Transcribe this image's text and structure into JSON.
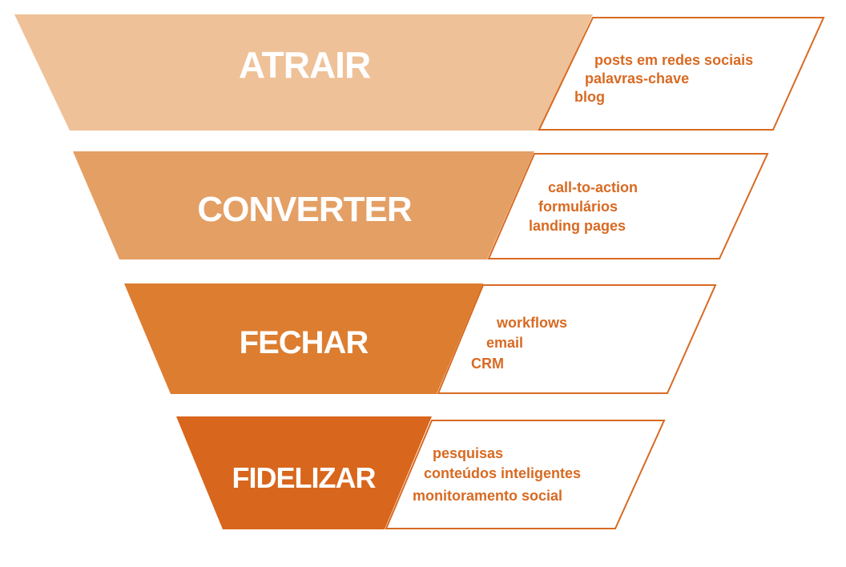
{
  "stages": [
    {
      "title": "ATRAIR",
      "color": "#efc198",
      "items": [
        "posts em redes sociais",
        "palavras-chave",
        "blog"
      ]
    },
    {
      "title": "CONVERTER",
      "color": "#e49f64",
      "items": [
        "call-to-action",
        "formulários",
        "landing pages"
      ]
    },
    {
      "title": "FECHAR",
      "color": "#dd7d30",
      "items": [
        "workflows",
        "email",
        "CRM"
      ]
    },
    {
      "title": "FIDELIZAR",
      "color": "#d8661c",
      "items": [
        "pesquisas",
        "conteúdos inteligentes",
        "monitoramento social"
      ]
    }
  ],
  "theme": {
    "text_color": "#d86a22",
    "box_border": "#d86a22"
  }
}
